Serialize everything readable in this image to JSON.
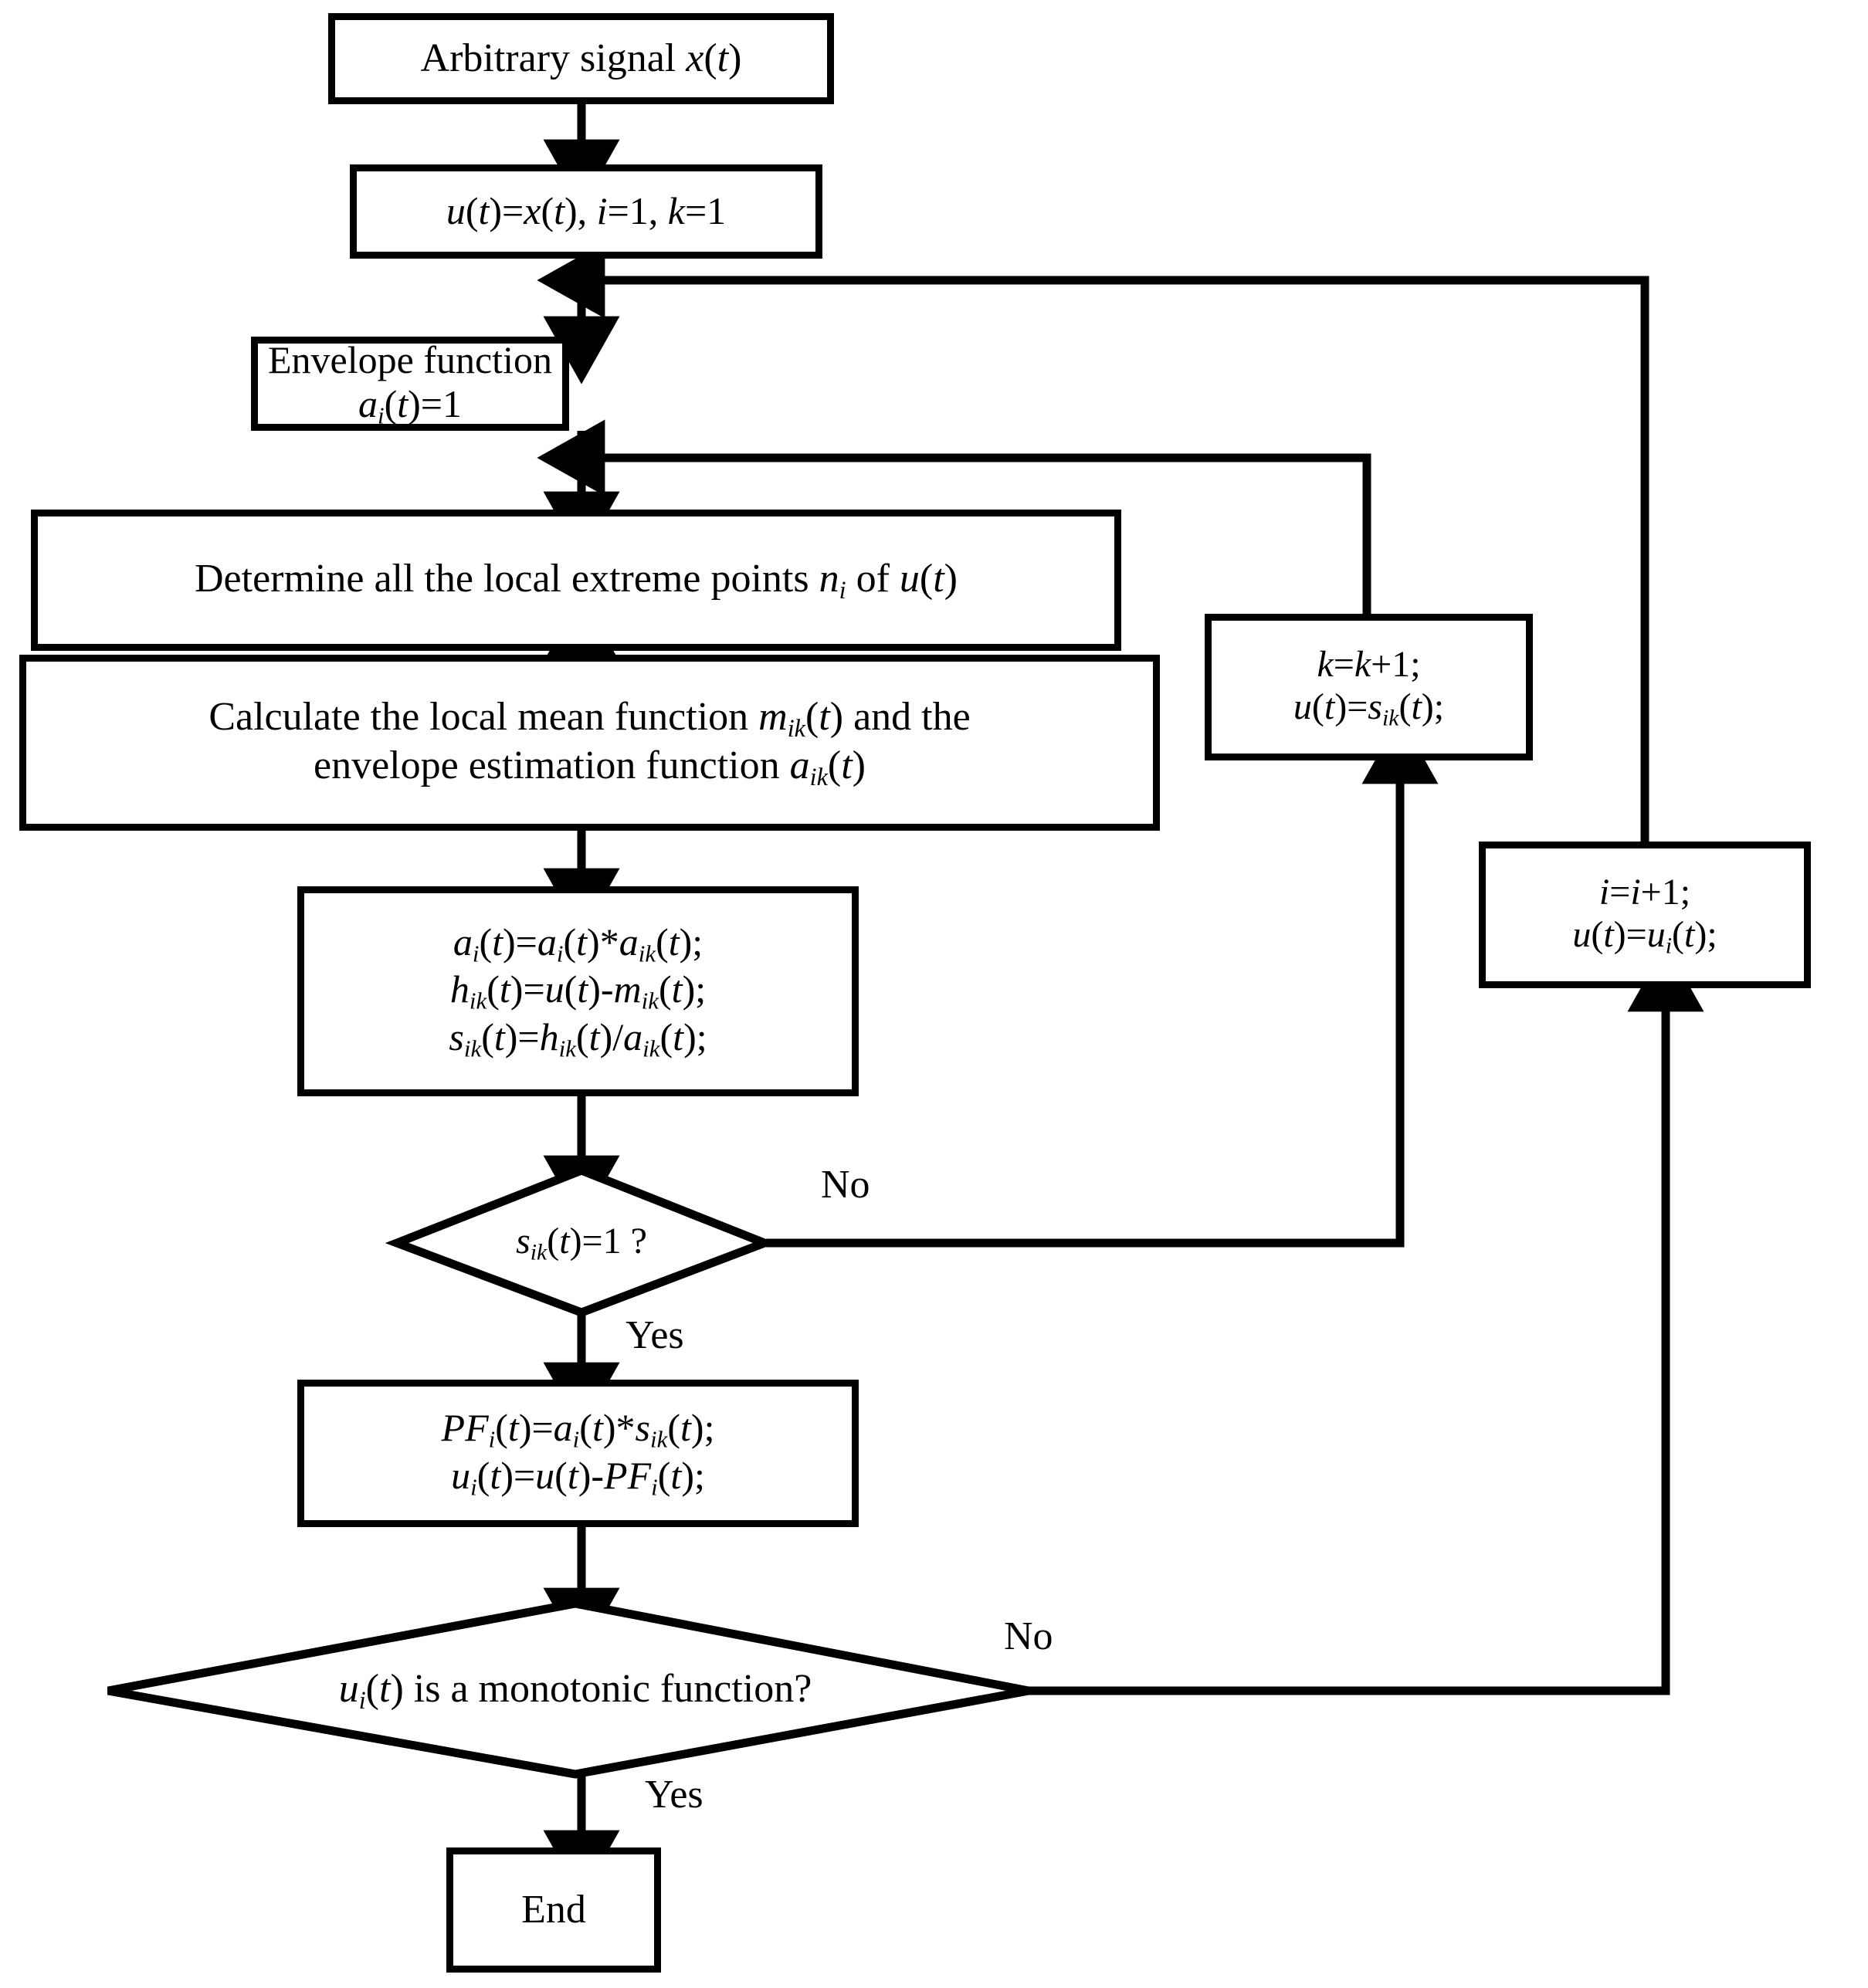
{
  "diagram": {
    "title": "LMD (Local Mean Decomposition) algorithm flowchart",
    "type": "flowchart",
    "colors": {
      "stroke": "#000000",
      "fill": "#ffffff",
      "text": "#000000"
    },
    "nodes": [
      {
        "id": "start",
        "shape": "rect",
        "text": "Arbitrary signal x(t)"
      },
      {
        "id": "init",
        "shape": "rect",
        "text": "u(t)=x(t), i=1, k=1"
      },
      {
        "id": "envelope",
        "shape": "rect",
        "text": "Envelope function ai(t)=1"
      },
      {
        "id": "extrema",
        "shape": "rect",
        "text": "Determine all the local extreme points ni of u(t)"
      },
      {
        "id": "localmean",
        "shape": "rect",
        "line1": "Calculate the local mean function mik(t) and the",
        "line2": "envelope estimation function aik(t)"
      },
      {
        "id": "update",
        "shape": "rect",
        "line1": "ai(t)=ai(t)*aik(t);",
        "line2": "hik(t)=u(t)-mik(t);",
        "line3": "sik(t)=hik(t)/aik(t);"
      },
      {
        "id": "decision1",
        "shape": "diamond",
        "text": "sik(t)=1 ?"
      },
      {
        "id": "pf",
        "shape": "rect",
        "line1": "PFi(t)=ai(t)*sik(t);",
        "line2": "ui(t)=u(t)-PFi(t);"
      },
      {
        "id": "decision2",
        "shape": "diamond",
        "text": "ui(t) is a monotonic function?"
      },
      {
        "id": "end",
        "shape": "rect",
        "text": "End"
      },
      {
        "id": "kincrement",
        "shape": "rect",
        "line1": "k=k+1;",
        "line2": "u(t)=sik(t);"
      },
      {
        "id": "iincrement",
        "shape": "rect",
        "line1": "i=i+1;",
        "line2": "u(t)=ui(t);"
      }
    ],
    "edge_labels": {
      "decision1_no": "No",
      "decision1_yes": "Yes",
      "decision2_no": "No",
      "decision2_yes": "Yes"
    }
  }
}
